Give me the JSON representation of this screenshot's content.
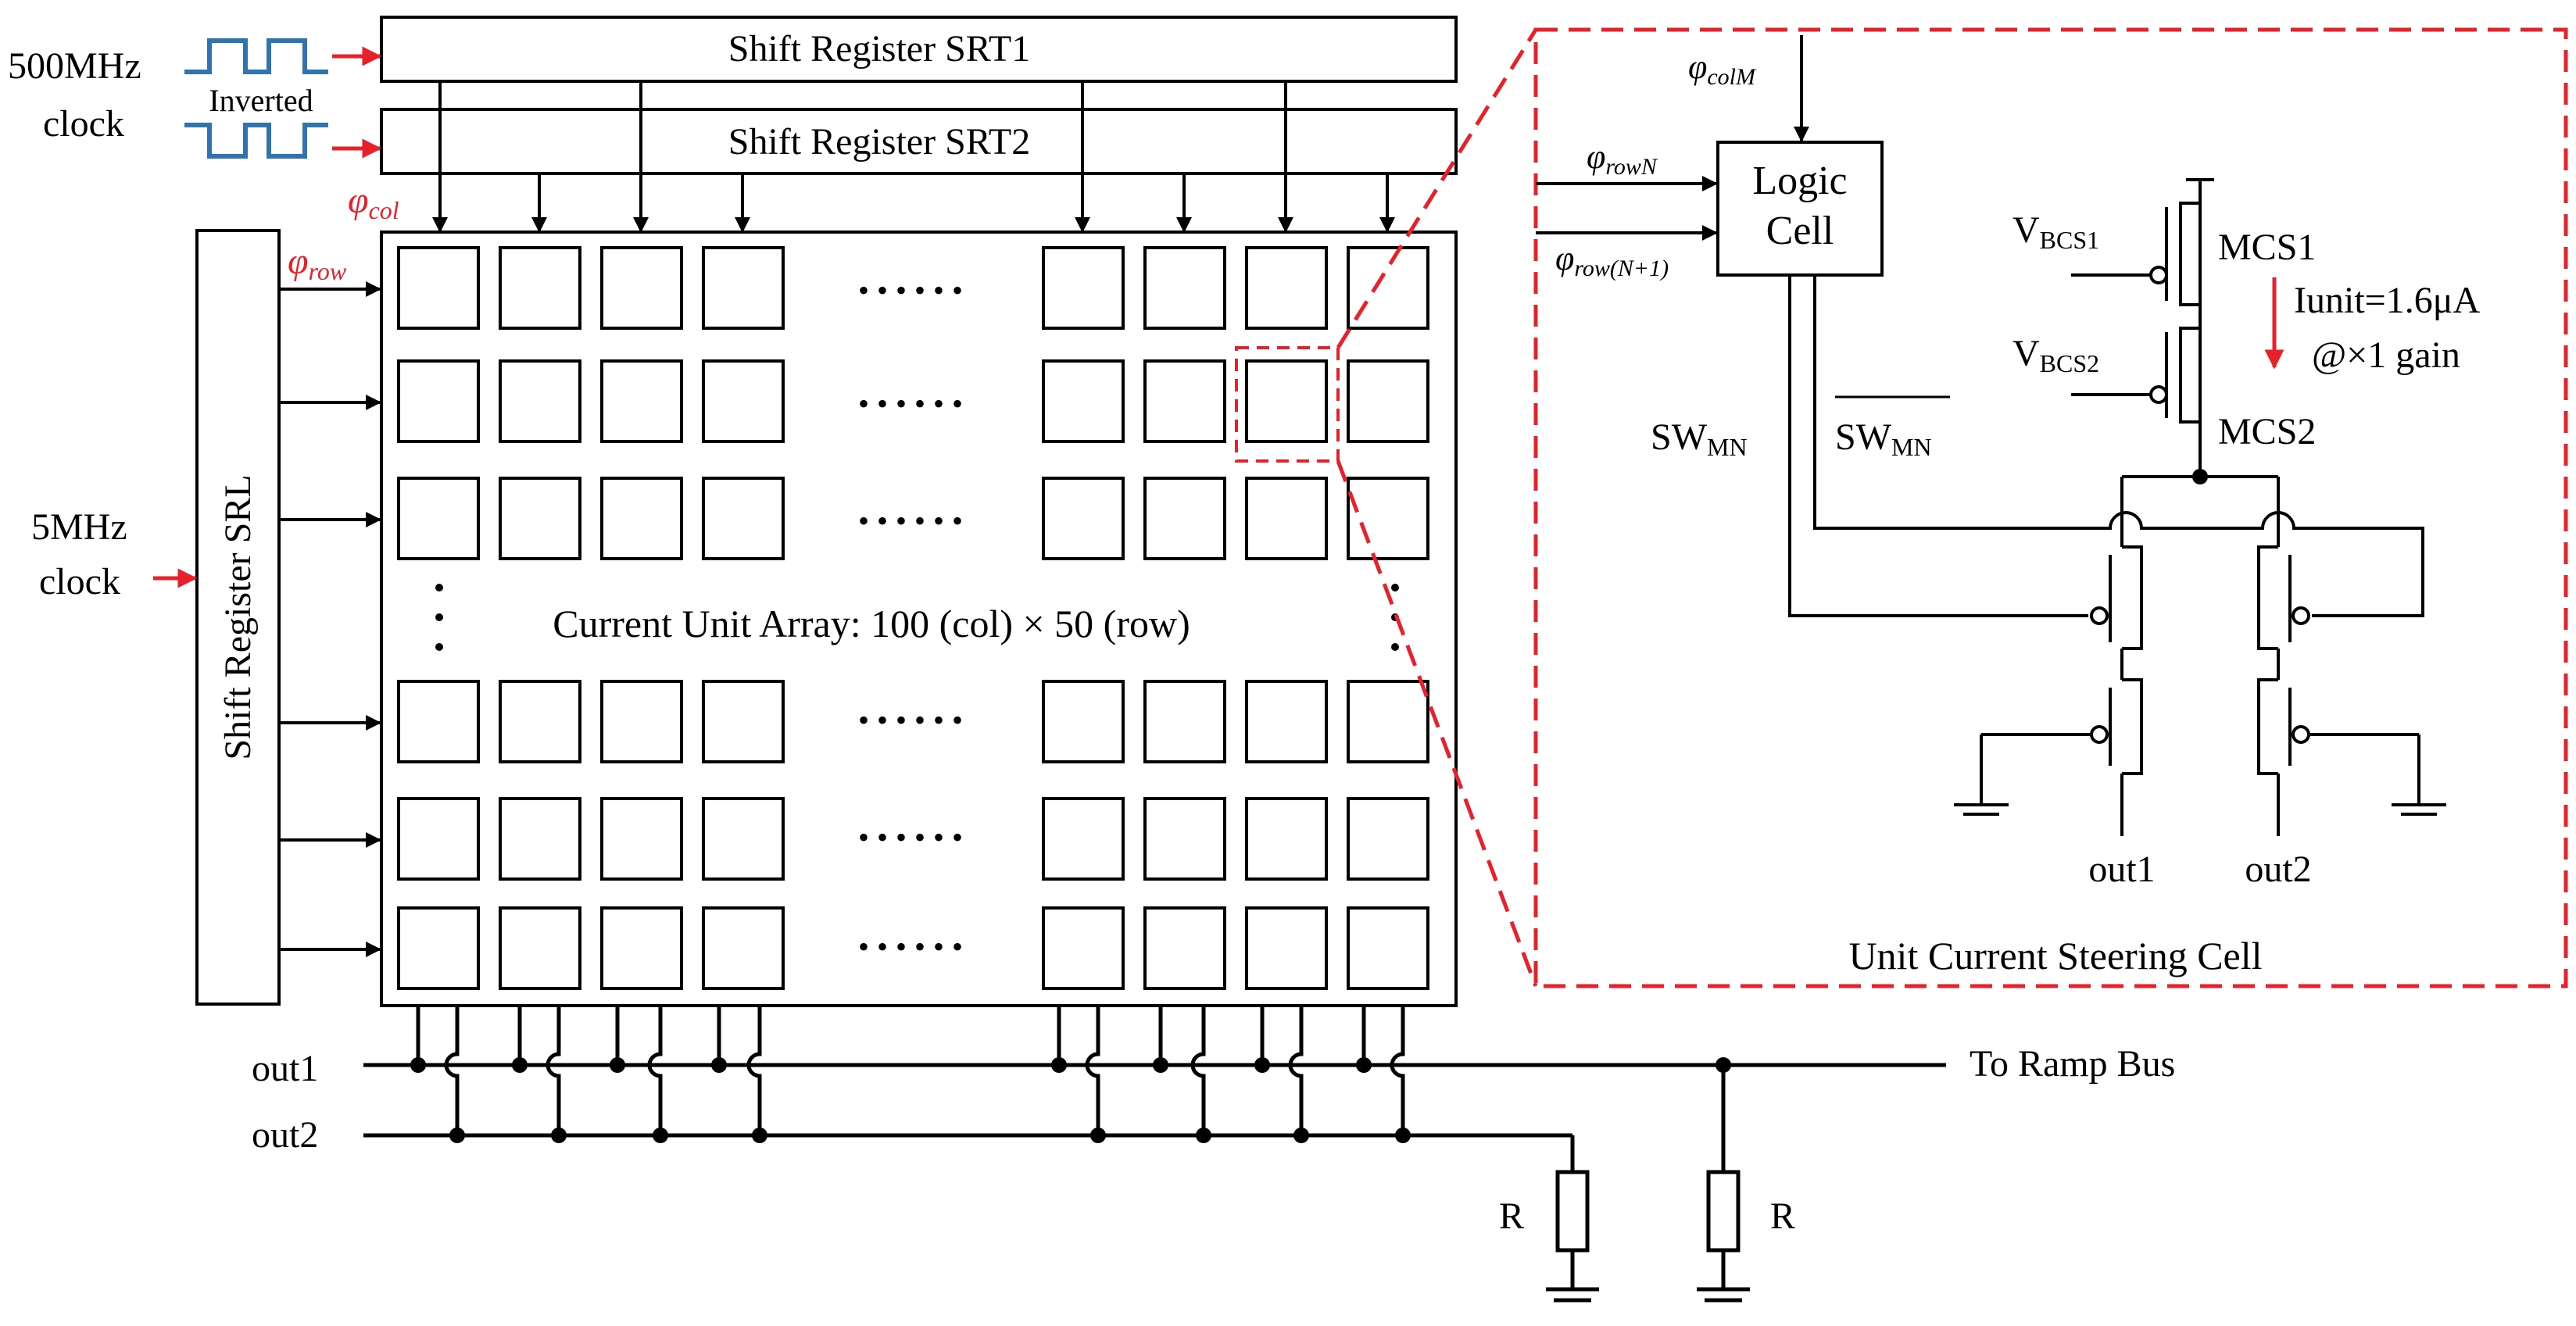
{
  "colors": {
    "line": "#000000",
    "accent_red": "#e8202a",
    "clock_blue": "#2e74b5"
  },
  "shift_registers": {
    "srt1": "Shift Register SRT1",
    "srt2": "Shift Register SRT2",
    "srl": "Shift Register SRL"
  },
  "clocks": {
    "fast_value": "500MHz",
    "fast_word": "clock",
    "inverted": "Inverted",
    "slow_value": "5MHz",
    "slow_word": "clock"
  },
  "signals": {
    "phi_col": "φ",
    "phi_col_sub": "col",
    "phi_row": "φ",
    "phi_row_sub": "row"
  },
  "array": {
    "title": "Current Unit Array: 100 (col) × 50 (row)",
    "dots": "• • • • • •"
  },
  "outputs": {
    "out1": "out1",
    "out2": "out2",
    "ramp_bus": "To Ramp Bus",
    "r1": "R",
    "r2": "R"
  },
  "cell": {
    "caption": "Unit Current Steering Cell",
    "logic_line1": "Logic",
    "logic_line2": "Cell",
    "phi": "φ",
    "sub_colM": "colM",
    "sub_rowN": "rowN",
    "sub_rowN1": "row(N+1)",
    "sw": "SW",
    "sw_sub": "MN",
    "swbar": "SW",
    "swbar_sub": "MN",
    "vbcs1": "V",
    "vbcs1_sub": "BCS1",
    "vbcs2": "V",
    "vbcs2_sub": "BCS2",
    "mcs1": "MCS1",
    "mcs2": "MCS2",
    "iunit": "Iunit=1.6μA",
    "gain": "@×1 gain",
    "out1": "out1",
    "out2": "out2"
  }
}
